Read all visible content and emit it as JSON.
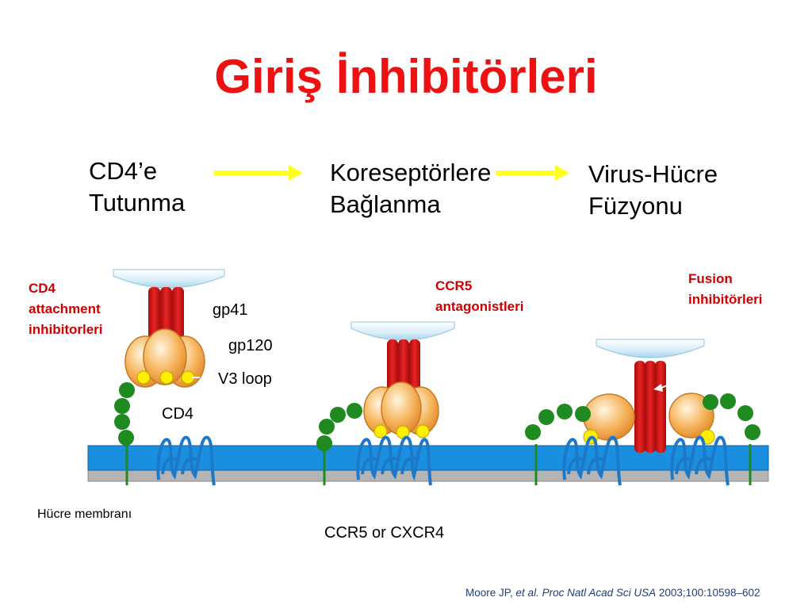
{
  "title": "Giriş İnhibitörleri",
  "steps": [
    {
      "label": "CD4’e\nTutunma"
    },
    {
      "label": "Koreseptörlere\nBağlanma"
    },
    {
      "label": "Virus-Hücre\nFüzyonu"
    }
  ],
  "inhibitors": [
    {
      "label": "CD4\nattachment\ninhibitorleri"
    },
    {
      "label": "CCR5\nantagonistleri"
    },
    {
      "label": "Fusion\ninhibitörleri"
    }
  ],
  "labels": {
    "gp41": "gp41",
    "gp120": "gp120",
    "v3_loop": "V3 loop",
    "cd4": "CD4",
    "membrane": "Hücre membranı",
    "coreceptor": "CCR5 or CXCR4"
  },
  "citation": {
    "authors": "Moore JP, ",
    "etal": "et al. Proc Natl Acad Sci USA",
    "rest": " 2003;100:10598–602"
  },
  "colors": {
    "title": "#ee1111",
    "inhibitor_text": "#cc0000",
    "arrow": "#ffff22",
    "membrane": "#1a8fe0",
    "gp41": "#d81818",
    "gp120": "#f5a84a",
    "v3_loop": "#ffee00",
    "cd4": "#1f8a1f",
    "coreceptor": "#1d78c8"
  }
}
